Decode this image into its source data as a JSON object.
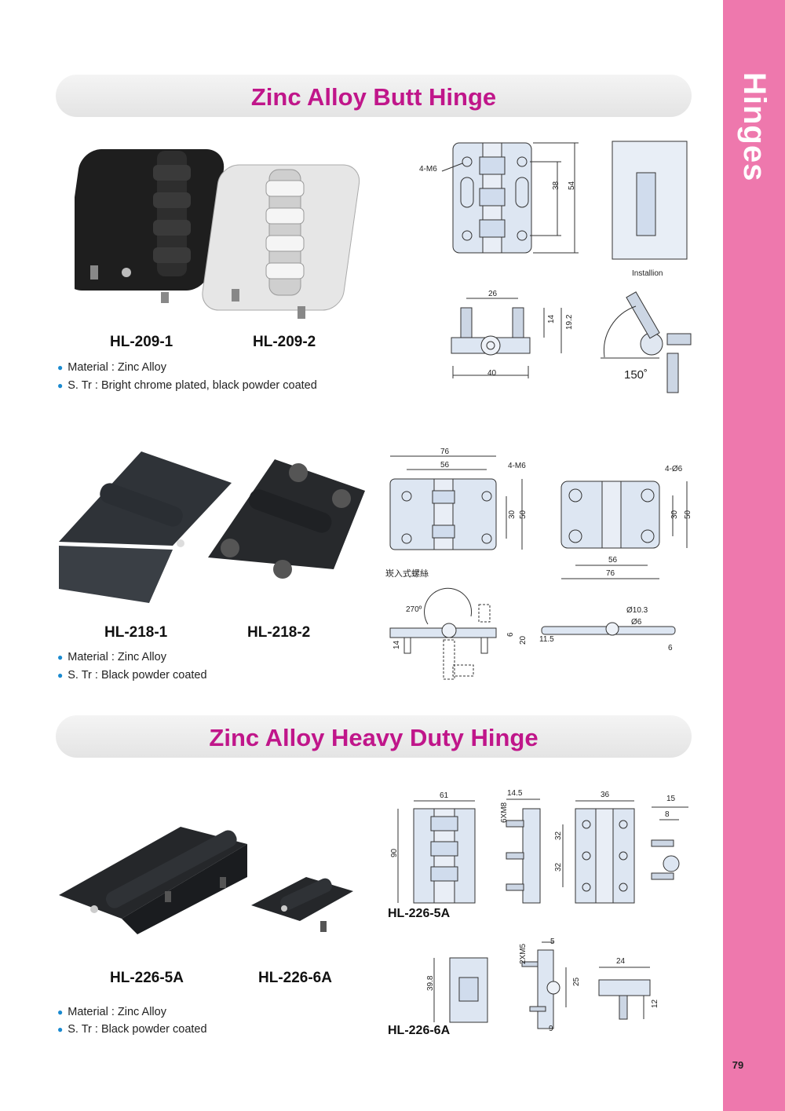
{
  "sidebar": {
    "title": "Hinges",
    "page_number": "79"
  },
  "sections": [
    {
      "title": "Zinc Alloy Butt Hinge"
    },
    {
      "title": "Zinc Alloy Heavy Duty Hinge"
    }
  ],
  "products": [
    {
      "models": [
        "HL-209-1",
        "HL-209-2"
      ],
      "specs": [
        "Material : Zinc Alloy",
        "S. Tr : Bright chrome plated, black powder coated"
      ],
      "drawing": {
        "hole_label": "4-M6",
        "dims": [
          "38",
          "54",
          "26",
          "14",
          "19.2",
          "40"
        ],
        "installation_label": "Installion",
        "angle": "150˚"
      }
    },
    {
      "models": [
        "HL-218-1",
        "HL-218-2"
      ],
      "specs": [
        "Material : Zinc Alloy",
        "S. Tr : Black powder coated"
      ],
      "drawing": {
        "left_dims": [
          "76",
          "56",
          "30",
          "50"
        ],
        "left_hole_label": "4-M6",
        "insert_note": "崁入式螺絲",
        "right_hole_label": "4-Ø6",
        "right_dims": [
          "30",
          "50",
          "56",
          "76"
        ],
        "angle": "270º",
        "side_dims": [
          "6",
          "20",
          "14"
        ],
        "right_side_dims": [
          "Ø10.3",
          "Ø6",
          "11.5",
          "6"
        ]
      }
    },
    {
      "models": [
        "HL-226-5A",
        "HL-226-6A"
      ],
      "specs": [
        "Material : Zinc Alloy",
        "S. Tr : Black powder coated"
      ],
      "drawing": {
        "top": {
          "caption": "HL-226-5A",
          "dims": [
            "61",
            "90",
            "14.5",
            "6XM8",
            "36",
            "32",
            "32",
            "15",
            "8"
          ]
        },
        "bottom": {
          "caption": "HL-226-6A",
          "dims": [
            "39.8",
            "5",
            "2XM5",
            "25",
            "9",
            "24",
            "12"
          ]
        }
      }
    }
  ],
  "colors": {
    "accent": "#c0168a",
    "sidebar": "#ee78ad",
    "bullet": "#1a8ad0"
  }
}
